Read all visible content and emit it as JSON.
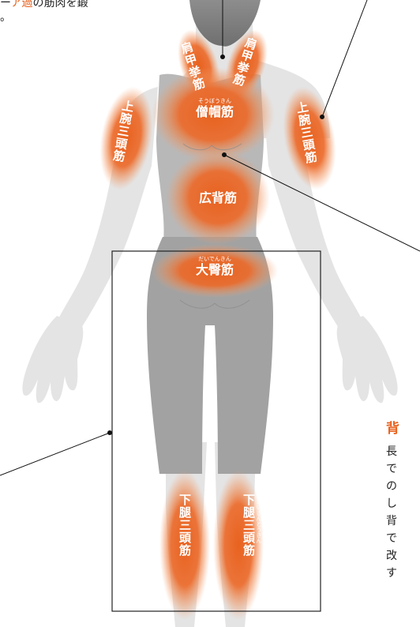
{
  "top_left_text": {
    "line1_frag": "ー",
    "line1_highlight": "ア過",
    "line1_rest": "の筋肉を鍛",
    "line2": "。"
  },
  "muscles": {
    "levator_left": "肩甲挙筋",
    "levator_right": "肩甲挙筋",
    "trapezius": "僧帽筋",
    "trapezius_ruby": "そうぼうきん",
    "triceps_left": "上腕三頭筋",
    "triceps_right": "上腕三頭筋",
    "latissimus": "広背筋",
    "gluteus": "大臀筋",
    "gluteus_ruby": "だいでんきん",
    "calf_left": "下腿三頭筋",
    "calf_right": "下腿三頭筋",
    "calf_ruby": "かたいさんとうきん"
  },
  "side_text": {
    "title": "背",
    "lines": [
      "長",
      "で",
      "の",
      "し",
      "背",
      "で"
    ],
    "highlight": "改",
    "last": "す"
  },
  "colors": {
    "highlight": "#e8621f",
    "body": "#e4e4e4",
    "torso": "#b8b8b8",
    "shorts": "#a2a2a2"
  }
}
